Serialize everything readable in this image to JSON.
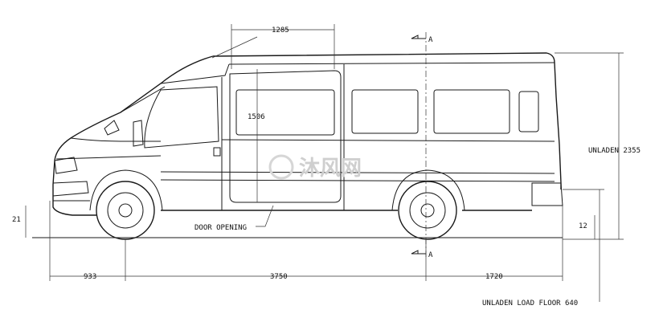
{
  "dimensions": {
    "front_overhang": "933",
    "wheelbase": "3750",
    "rear_overhang": "1720",
    "door_width": "1285",
    "door_height": "1506",
    "unladen_height": "UNLADEN 2355",
    "unladen_load_floor": "UNLADEN LOAD FLOOR 640",
    "step_height": "12",
    "front_clearance": "21"
  },
  "labels": {
    "door_opening": "DOOR OPENING",
    "section_top": "A",
    "section_bottom": "A"
  },
  "watermark": {
    "text": "沐风网"
  },
  "colors": {
    "line": "#1a1a1a",
    "watermark": "#cfcfcf",
    "background": "#ffffff"
  }
}
